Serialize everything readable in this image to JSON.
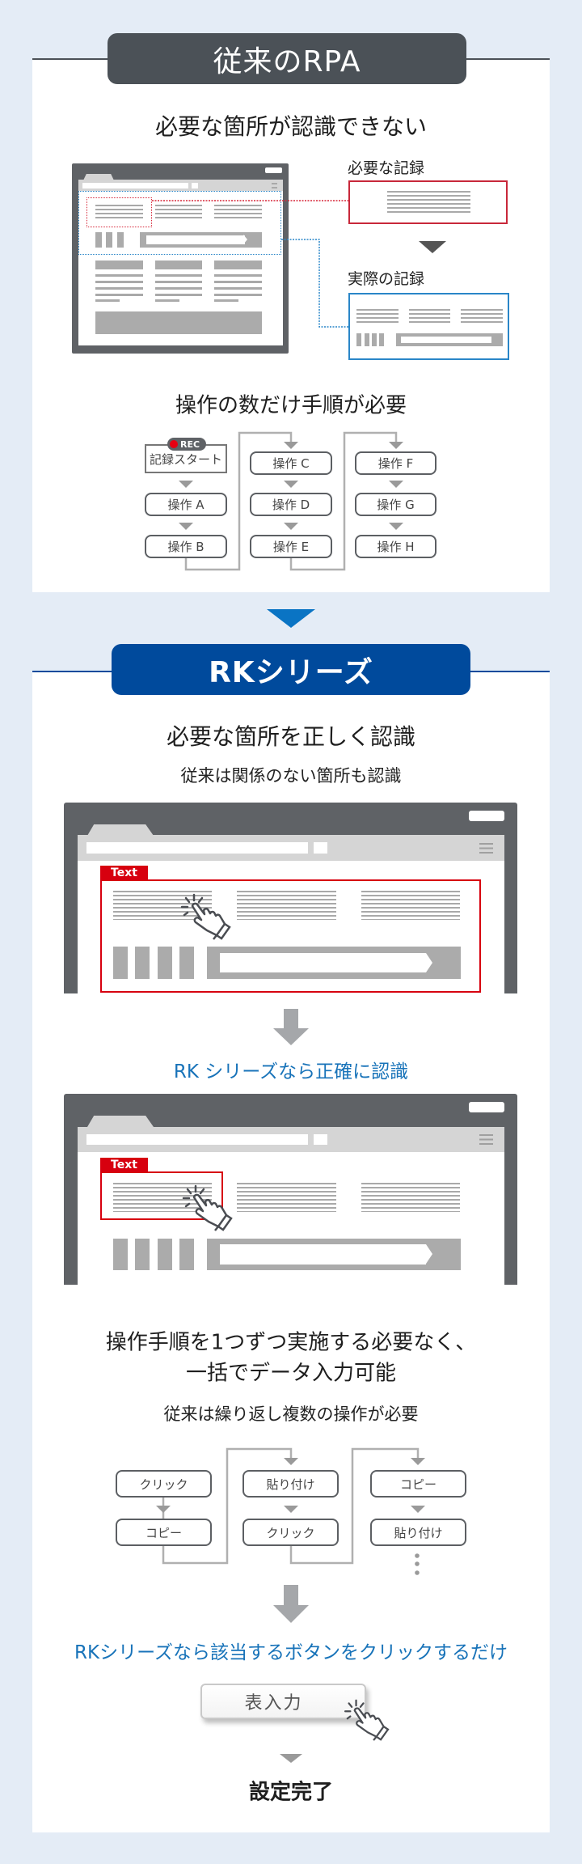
{
  "legacy": {
    "header": "従来のRPA",
    "title_recognition": "必要な箇所が認識できない",
    "needed_label": "必要な記録",
    "actual_label": "実際の記録",
    "title_steps": "操作の数だけ手順が必要",
    "rec_badge": "REC",
    "start_label": "記録スタート",
    "steps": [
      "操作 A",
      "操作 B",
      "操作 C",
      "操作 D",
      "操作 E",
      "操作 F",
      "操作 G",
      "操作 H"
    ]
  },
  "rk": {
    "header": "RKシリーズ",
    "title_recognition": "必要な箇所を正しく認識",
    "subtitle_recognition": "従来は関係のない箇所も認識",
    "tag_label": "Text",
    "accurate_label": "RK シリーズなら正確に認識",
    "title_batch_line1": "操作手順を1つずつ実施する必要なく、",
    "title_batch_line2": "一括でデータ入力可能",
    "subtitle_batch": "従来は繰り返し複数の操作が必要",
    "flow": [
      [
        "クリック",
        "コピー"
      ],
      [
        "貼り付け",
        "クリック"
      ],
      [
        "コピー",
        "貼り付け"
      ]
    ],
    "cta_label": "RKシリーズなら該当するボタンをクリックするだけ",
    "button_label": "表入力",
    "done_label": "設定完了"
  },
  "colors": {
    "background": "#e4ecf6",
    "legacy_header": "#4b5157",
    "rk_header": "#004a9c",
    "accent_blue": "#1873b9",
    "highlight_red": "#d7000f"
  }
}
